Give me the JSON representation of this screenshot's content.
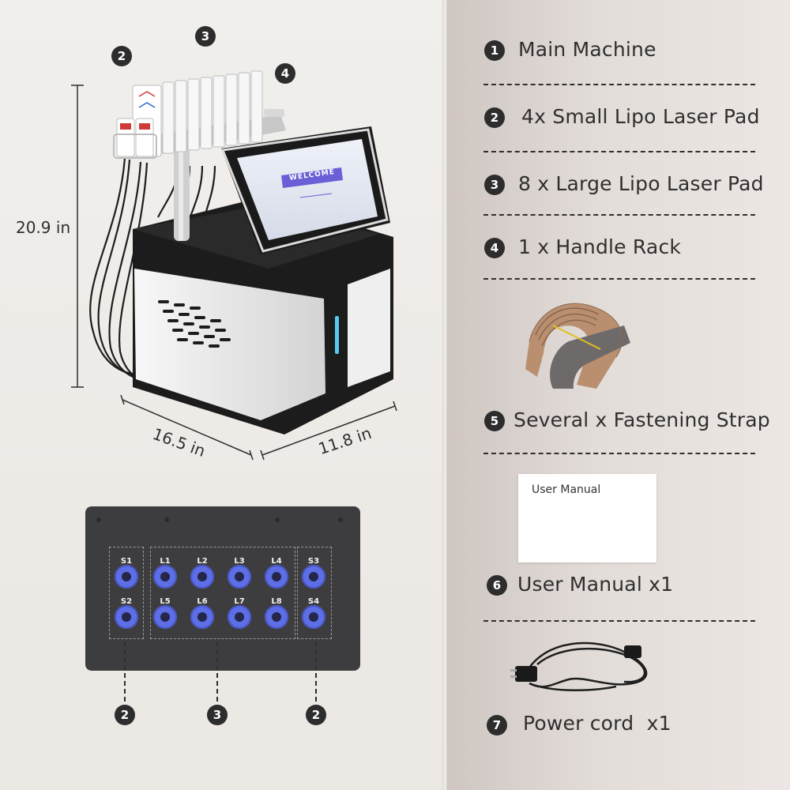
{
  "dimensions": {
    "height": "20.9 in",
    "width": "16.5 in",
    "depth": "11.8 in"
  },
  "items": [
    {
      "num": "1",
      "label": "Main Machine"
    },
    {
      "num": "2",
      "label": "4x Small Lipo Laser Pad"
    },
    {
      "num": "3",
      "label": "8 x Large Lipo Laser Pad"
    },
    {
      "num": "4",
      "label": "1 x Handle Rack"
    },
    {
      "num": "5",
      "label": "Several x Fastening Strap"
    },
    {
      "num": "6",
      "label": "User Manual x1"
    },
    {
      "num": "7",
      "label": "Power cord  x1"
    }
  ],
  "manual_card_text": "User Manual",
  "screen_text": "WELCOME",
  "callouts": [
    "2",
    "3",
    "4"
  ],
  "ports": {
    "top": [
      "S1",
      "L1",
      "L2",
      "L3",
      "L4",
      "S3"
    ],
    "bottom": [
      "S2",
      "L5",
      "L6",
      "L7",
      "L8",
      "S4"
    ]
  },
  "panel_callouts": [
    "2",
    "3",
    "2"
  ],
  "colors": {
    "port_blue": "#5d6ee6",
    "panel": "#3d3d3f",
    "screen_accent": "#6a5fd6",
    "number_dot": "#2d2d2d"
  }
}
